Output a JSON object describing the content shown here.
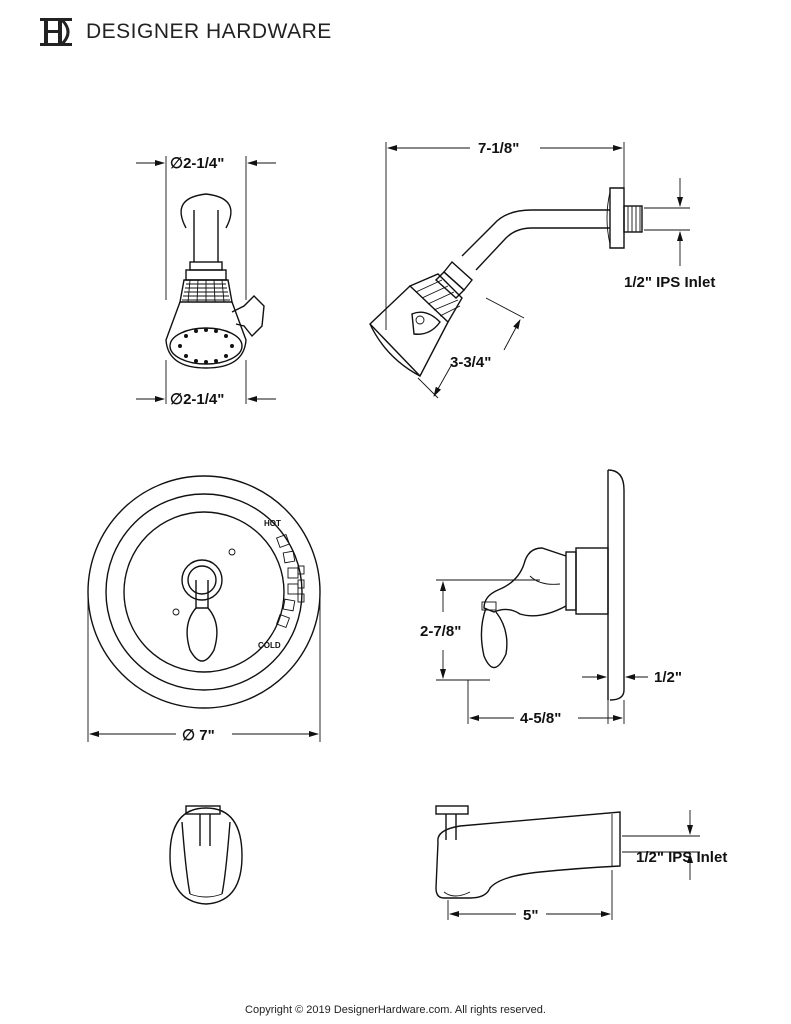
{
  "header": {
    "brand": "DESIGNER HARDWARE",
    "logo_icon": "dh-monogram-icon"
  },
  "shower_head_front": {
    "top_diameter": "∅2-1/4\"",
    "bottom_diameter": "∅2-1/4\""
  },
  "shower_arm_side": {
    "length": "7-1/8\"",
    "inlet": "1/2\" IPS Inlet",
    "head_length": "3-3/4\""
  },
  "valve_front": {
    "hot_label": "HOT",
    "cold_label": "COLD",
    "diameter": "∅ 7\""
  },
  "valve_side": {
    "height": "2-7/8\"",
    "plate_depth": "1/2\"",
    "projection": "4-5/8\""
  },
  "spout_side": {
    "inlet": "1/2\" IPS Inlet",
    "length": "5\""
  },
  "footer": {
    "copyright": "Copyright © 2019 DesignerHardware.com. All rights reserved."
  },
  "colors": {
    "line": "#111111",
    "background": "#ffffff"
  }
}
